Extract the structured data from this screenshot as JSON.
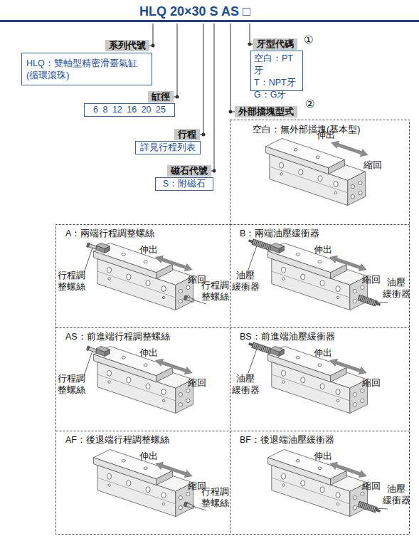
{
  "diagram": {
    "title": "HLQ 20×30 S AS □",
    "nodes": [
      {
        "text": [
          "系列代號",
          "HLQ：雙軸型精密滑臺氣缸 (循環滾珠)"
        ]
      },
      {
        "text": [
          "缸徑",
          "6 8 12 16 20 25"
        ]
      },
      {
        "text": [
          "行程",
          "詳見行程列表"
        ]
      },
      {
        "text": [
          "磁石代號",
          "S：附磁石"
        ]
      },
      {
        "text": [
          "牙型代碼",
          "空白：PT牙",
          "T：NPT牙",
          "G：G牙"
        ]
      },
      {
        "text": [
          "外部擋塊型式"
        ]
      },
      {
        "text": [
          "空白：無外部擋塊(基本型)",
          "伸出",
          "縮回"
        ],
        "in": 5
      },
      {
        "text": [
          "A：兩端行程調整螺絲",
          "伸出",
          "縮回",
          "行程調 整螺絲",
          "行程調 整螺絲"
        ],
        "in": 5
      },
      {
        "text": [
          "B：兩端油壓緩衝器",
          "伸出",
          "縮回",
          "油壓 緩衝器",
          "油壓 緩衝器"
        ],
        "in": 5
      },
      {
        "text": [
          "AS：前進端行程調整螺絲",
          "伸出",
          "縮回",
          "行程調 整螺絲"
        ],
        "in": 5
      },
      {
        "text": [
          "BS：前進端油壓緩衝器",
          "伸出",
          "縮回",
          "油壓 緩衝器"
        ],
        "in": 5
      },
      {
        "text": [
          "AF：後退端行程調整螺絲",
          "伸出",
          "縮回",
          "行程調 整螺絲"
        ],
        "in": 5
      },
      {
        "text": [
          "BF：後退端油壓緩衝器",
          "伸出",
          "縮回",
          "油壓 緩衝器"
        ],
        "in": 5
      }
    ],
    "labels": [
      "①",
      "②"
    ]
  }
}
